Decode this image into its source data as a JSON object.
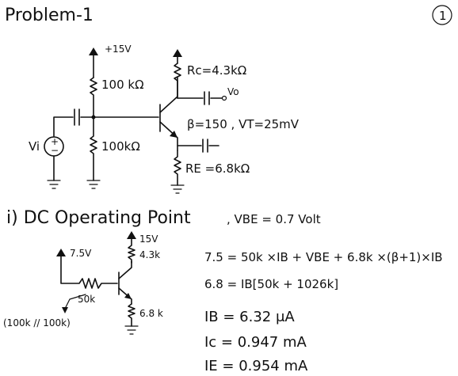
{
  "title": "Problem-1",
  "page_number": "1",
  "circuit1": {
    "vcc": "+15V",
    "r1": "100 kΩ",
    "r2": "100kΩ",
    "rc": "Rc=4.3kΩ",
    "vo": "Vo",
    "beta_vt": "β=150 , VT=25mV",
    "re": "RE =6.8kΩ",
    "vi": "Vi",
    "plus": "+",
    "minus": "−"
  },
  "section": {
    "heading": "i) DC Operating Point",
    "vbe": ", VBE = 0.7 Volt"
  },
  "circuit2": {
    "vth": "7.5V",
    "vcc": "15V",
    "rc": "4.3k",
    "rth": "50k",
    "rth_note": "(100k // 100k)",
    "re": "6.8 k"
  },
  "equations": [
    "7.5 = 50k ×IB + VBE + 6.8k ×(β+1)×IB",
    "6.8 = IB[50k + 1026k]",
    "IB = 6.32 μA",
    "Ic = 0.947 mA",
    "IE = 0.954 mA"
  ]
}
